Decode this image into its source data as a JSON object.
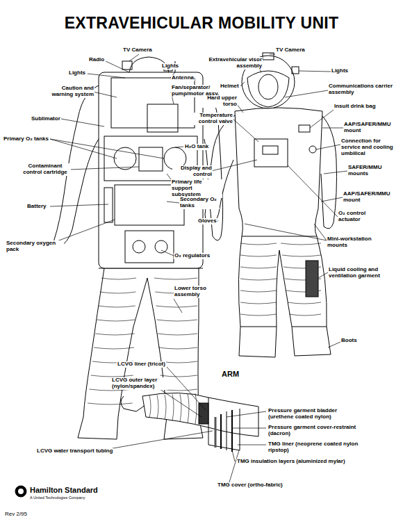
{
  "diagram": {
    "title": "EXTRAVEHICULAR MOBILITY UNIT",
    "labels": [
      "Radio",
      "TV Camera",
      "Lights",
      "Lights",
      "Antenna",
      "Caution and warning system",
      "Fan/separator/ pump/motor assy.",
      "Sublimator",
      "Primary O₂ tanks",
      "H₂O tank",
      "Contaminant control cartridge",
      "Display and control module",
      "Primary life support subsystem",
      "Battery",
      "Secondary O₂ tanks",
      "Secondary oxygen pack",
      "O₂ regulators",
      "Lower torso assembly",
      "TV Camera",
      "Lights",
      "Extravehicular visor assembly",
      "Helmet",
      "Hard upper torso",
      "Communications carrier assembly",
      "Insuit drink bag",
      "Temperature control valve",
      "AAP/SAFER/MMU mount",
      "Connection for service and cooling umbilical",
      "SAFER/MMU mounts",
      "AAP/SAFER/MMU mount",
      "O₂ control actuator",
      "Gloves",
      "Mini-workstation mounts",
      "Liquid cooling and ventilation garment",
      "Boots",
      "ARM",
      "LCVG liner (tricot)",
      "LCVG outer layer (nylon/spandex)",
      "LCVG water transport tubing",
      "Pressure garment bladder (urethene coated nylon)",
      "Pressure garment cover-restraint (dacron)",
      "TMG liner (neoprene coated nylon ripstop)",
      "TMG insulation layers (aluminized mylar)",
      "TMG cover (ortho-fabric)",
      "Hamilton Standard",
      "A United Technologies Company",
      "Rev 2/95"
    ]
  }
}
